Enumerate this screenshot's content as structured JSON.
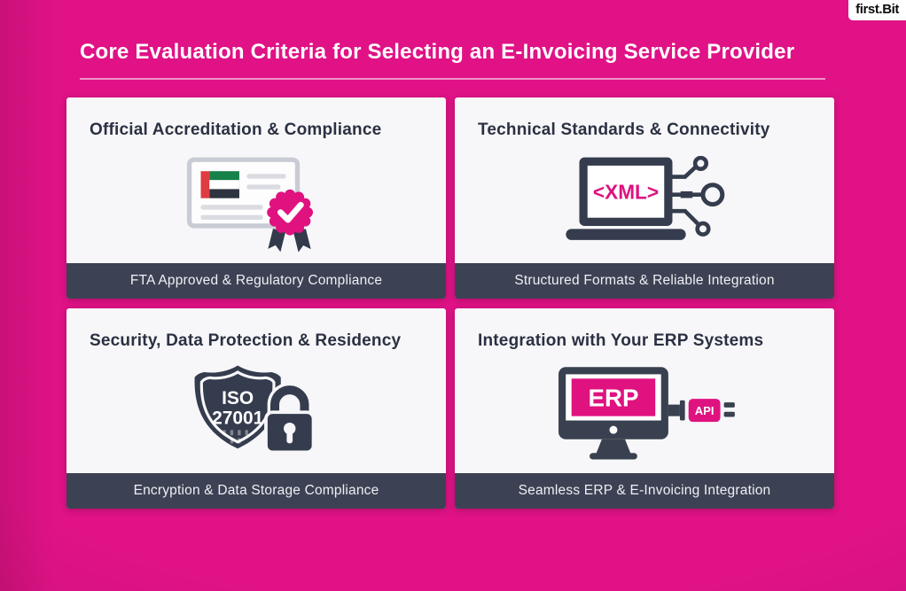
{
  "logo": {
    "text": "first.Bit"
  },
  "header": {
    "title": "Core Evaluation Criteria for Selecting an E-Invoicing Service Provider"
  },
  "cards": [
    {
      "title": "Official Accreditation & Compliance",
      "footer": "FTA Approved & Regulatory Compliance",
      "icon": "uae-certificate-with-badge"
    },
    {
      "title": "Technical Standards & Connectivity",
      "footer": "Structured Formats & Reliable Integration",
      "icon": "laptop-xml-circuit",
      "icon_label": "<XML>"
    },
    {
      "title": "Security, Data Protection & Residency",
      "footer": "Encryption & Data Storage Compliance",
      "icon": "iso-shield-with-lock",
      "icon_lines": [
        "ISO",
        "27001"
      ]
    },
    {
      "title": "Integration with Your ERP Systems",
      "footer": "Seamless ERP & E-Invoicing Integration",
      "icon": "erp-monitor-api-plug",
      "screen_label": "ERP",
      "api_label": "API"
    }
  ],
  "colors": {
    "background_magenta": "#E01286",
    "accent_pink": "#DF1280",
    "card_body": "#F7F7F9",
    "footer_bar": "#3C4254",
    "icon_navy": "#353C4E",
    "heading_text": "#2B3142",
    "flag_red": "#DF3B40",
    "flag_green": "#17814A",
    "flag_black": "#2D3340",
    "cert_line_gray": "#DADCE1"
  }
}
